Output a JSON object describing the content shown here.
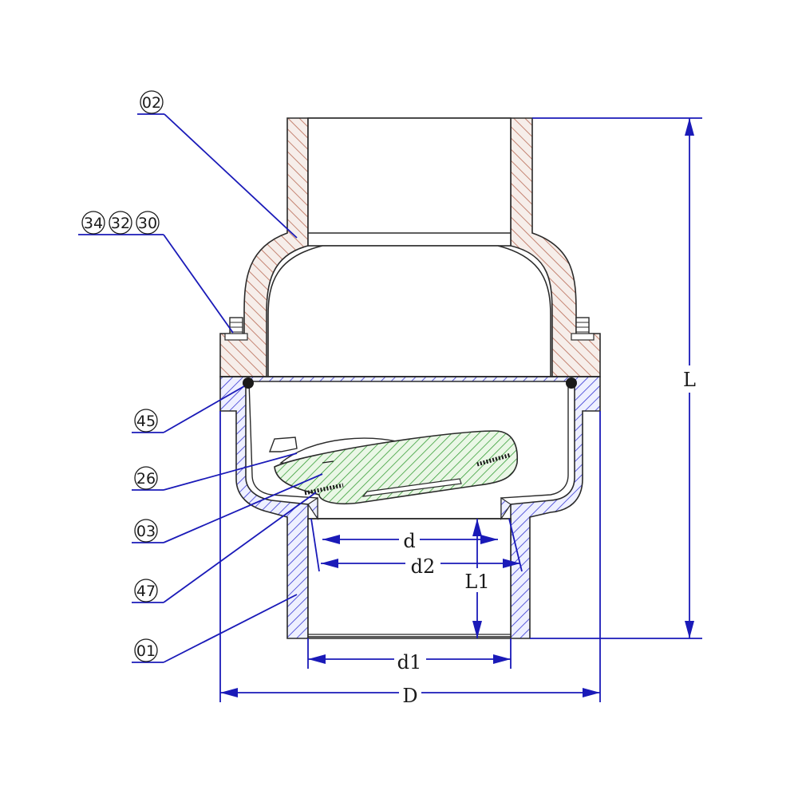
{
  "callouts": {
    "c02": "02",
    "c34": "34",
    "c32": "32",
    "c30": "30",
    "c45": "45",
    "c26": "26",
    "c03": "03",
    "c47": "47",
    "c01": "01"
  },
  "dimensions": {
    "L": "L",
    "d": "d",
    "d2": "d2",
    "L1": "L1",
    "d1": "d1",
    "D": "D"
  },
  "colors": {
    "bonnet_hatch": "#b86a55",
    "bonnet_fill": "#f6eeea",
    "body_hatch": "#2b2bd0",
    "body_fill": "#eef0ff",
    "disc_hatch": "#2f9a2f",
    "disc_fill": "#eaf7e6",
    "leader_color": "#1a1ab8"
  }
}
